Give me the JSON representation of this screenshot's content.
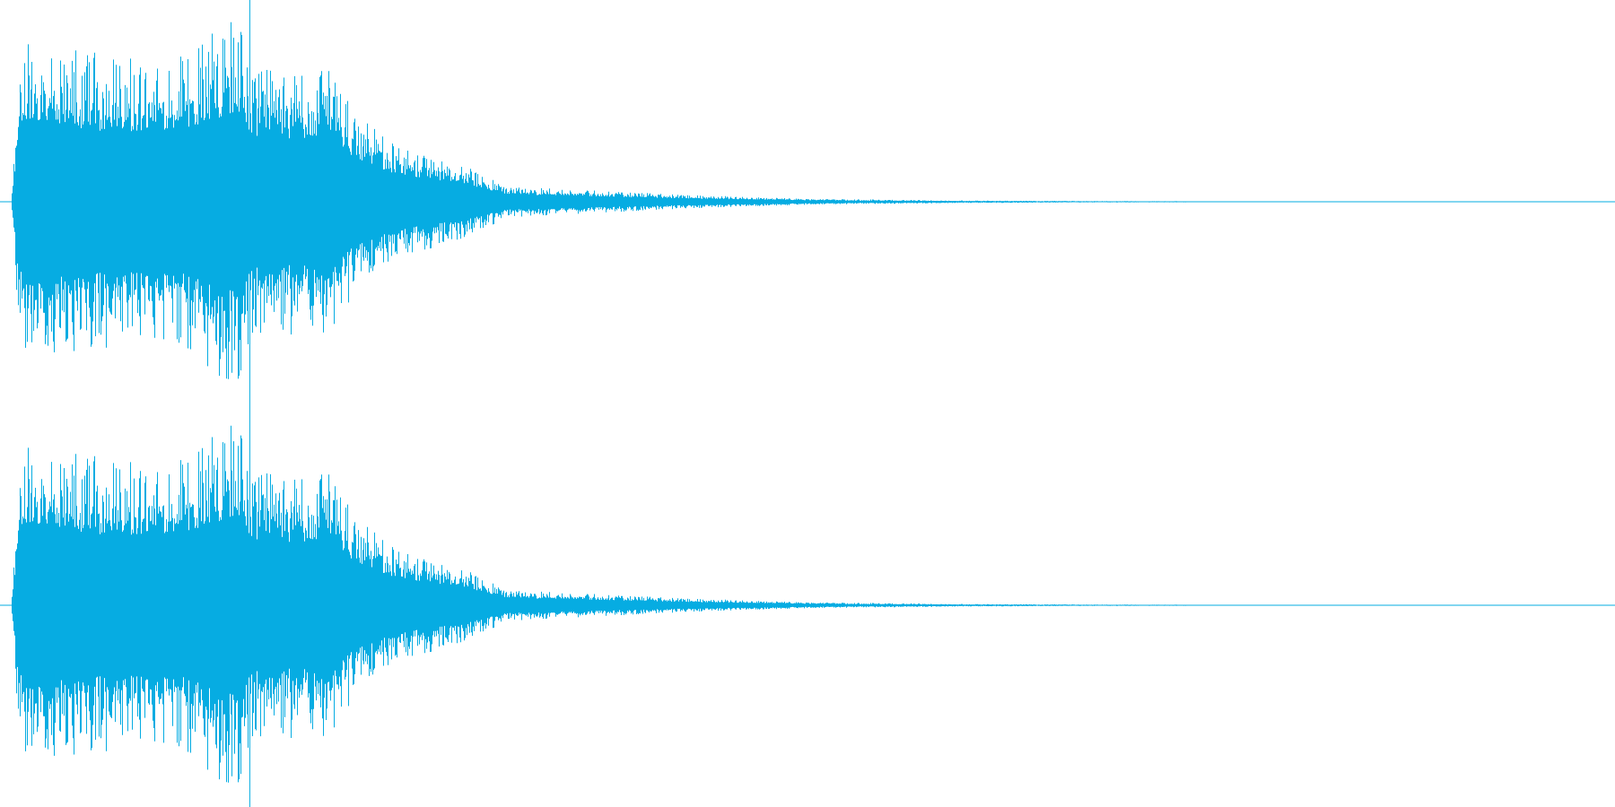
{
  "waveform": {
    "color": "#06ace2",
    "background": "#ffffff",
    "channel_count": 2,
    "channels": [
      "left-channel",
      "right-channel"
    ],
    "envelope": {
      "description_points": [
        {
          "t": 0.0,
          "peak": 0.0
        },
        {
          "t": 0.004,
          "peak": 0.55
        },
        {
          "t": 0.01,
          "peak": 0.82
        },
        {
          "t": 0.05,
          "peak": 0.78
        },
        {
          "t": 0.1,
          "peak": 0.72
        },
        {
          "t": 0.14,
          "peak": 0.97
        },
        {
          "t": 0.15,
          "peak": 0.7
        },
        {
          "t": 0.2,
          "peak": 0.68
        },
        {
          "t": 0.215,
          "peak": 0.45
        },
        {
          "t": 0.24,
          "peak": 0.3
        },
        {
          "t": 0.28,
          "peak": 0.2
        },
        {
          "t": 0.31,
          "peak": 0.08
        },
        {
          "t": 0.36,
          "peak": 0.06
        },
        {
          "t": 0.42,
          "peak": 0.035
        },
        {
          "t": 0.5,
          "peak": 0.015
        },
        {
          "t": 0.6,
          "peak": 0.006
        },
        {
          "t": 0.7,
          "peak": 0.003
        },
        {
          "t": 1.0,
          "peak": 0.0
        }
      ]
    },
    "transient_marker_t": 0.149
  }
}
